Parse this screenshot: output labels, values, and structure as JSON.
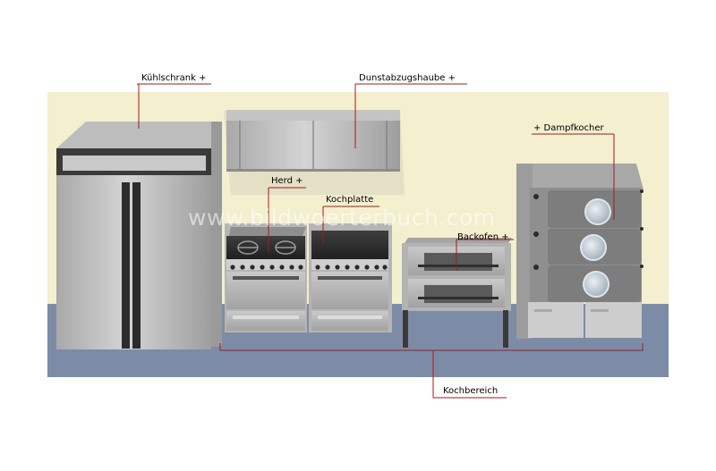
{
  "labels": {
    "kuehlschrank": "Kühlschrank +",
    "dunstabzugshaube": "Dunstabzugshaube +",
    "dampfkocher": "+ Dampfkocher",
    "herd": "Herd +",
    "kochplatte": "Kochplatte",
    "backofen": "Backofen +",
    "kochbereich": "Kochbereich"
  },
  "watermark": "www.bildwoerterbuch.com",
  "colors": {
    "wall": "#f3efcf",
    "floor": "#7d8ca6",
    "steel": "#b9b9b9",
    "leader": "#a31b1b"
  }
}
